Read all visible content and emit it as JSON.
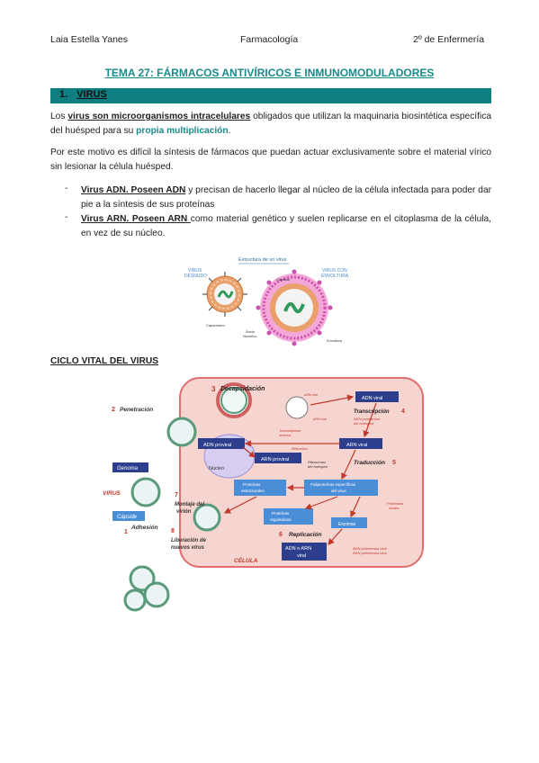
{
  "header": {
    "left": "Laia Estella Yanes",
    "center": "Farmacología",
    "right": "2º de Enfermería"
  },
  "title": "TEMA 27: FÁRMACOS ANTIVÍRICOS E INMUNOMODULADORES",
  "section": {
    "number": "1.",
    "label": "VIRUS"
  },
  "p1": {
    "a": "Los ",
    "b": "virus son microorganismos intracelulares",
    "c": " obligados que utilizan la maquinaria biosintética específica del huésped para su ",
    "d": "propia multiplicación",
    "e": "."
  },
  "p2": "Por este motivo es difícil la síntesis de fármacos que puedan actuar exclusivamente sobre el material vírico sin lesionar la célula huésped.",
  "bullets": [
    {
      "dash": "-",
      "bold": "Virus ADN. Poseen ADN",
      "rest": " y precisan de hacerlo llegar al núcleo de la célula infectada para poder dar pie a la síntesis de sus proteínas"
    },
    {
      "dash": "-",
      "bold": "Virus ARN. Poseen ARN ",
      "rest": "como material genético y suelen replicarse en el citoplasma de la célula, en vez de su núcleo."
    }
  ],
  "fig1": {
    "title": "Estructura de un virus",
    "left_label_1": "VIRUS",
    "left_label_2": "DESNUDO",
    "right_label_1": "VIRUS CON",
    "right_label_2": "ENVOLTURA",
    "capsida": "Cápsida",
    "capsomero": "Capsómero",
    "acido": "Ácido",
    "nucleico": "Nucleico",
    "envoltura": "Envoltura"
  },
  "subheading": "CICLO VITAL DEL VIRUS",
  "fig2": {
    "decapsidacion": "Decapsidación",
    "n3": "3",
    "penetracion": "Penetración",
    "n2": "2",
    "adn_viral": "ADN viral",
    "transcripcion": "Transcripción",
    "n4": "4",
    "arn_pol": "ARN polimerasa",
    "del_huesped": "del huésped",
    "adn_proviral": "ADN proviral",
    "transcriptasa": "Transcriptasa",
    "inversa": "inversa",
    "retro": "Retrovirus",
    "arn_viral": "ARN viral",
    "nucleo": "Núcleo",
    "arn_proviral": "ARN proviral",
    "ribosomas": "Ribosomas",
    "ribo2": "del huésped",
    "traduccion": "Traducción",
    "n5": "5",
    "genoma": "Genoma",
    "virus": "VIRUS",
    "prot_estr": "Proteínas",
    "prot_estr2": "estructurales",
    "poliprot": "Poliproteínas específicas",
    "poliprot2": "del virus",
    "proteasas": "Proteasas",
    "proteasas2": "virales",
    "n7": "7",
    "montaje": "Montaje del",
    "montaje2": "virión",
    "capside": "Cápside",
    "prot_reg": "Proteínas",
    "prot_reg2": "reguladoras",
    "enzimas": "Enzimas",
    "n1": "1",
    "adhesion": "Adhesión",
    "n8": "8",
    "liberacion": "Liberación de",
    "liberacion2": "nuevos virus",
    "n6": "6",
    "replicacion": "Replicación",
    "adn_arn": "ADN  o ARN",
    "adn_arn2": "viral",
    "celula": "CÉLULA",
    "adn_pol": "ADN polimerasa viral",
    "arn_pol2": "ARN polimerasa viral",
    "adn_small": "ADN viral",
    "arn_small": "ARN viral"
  }
}
